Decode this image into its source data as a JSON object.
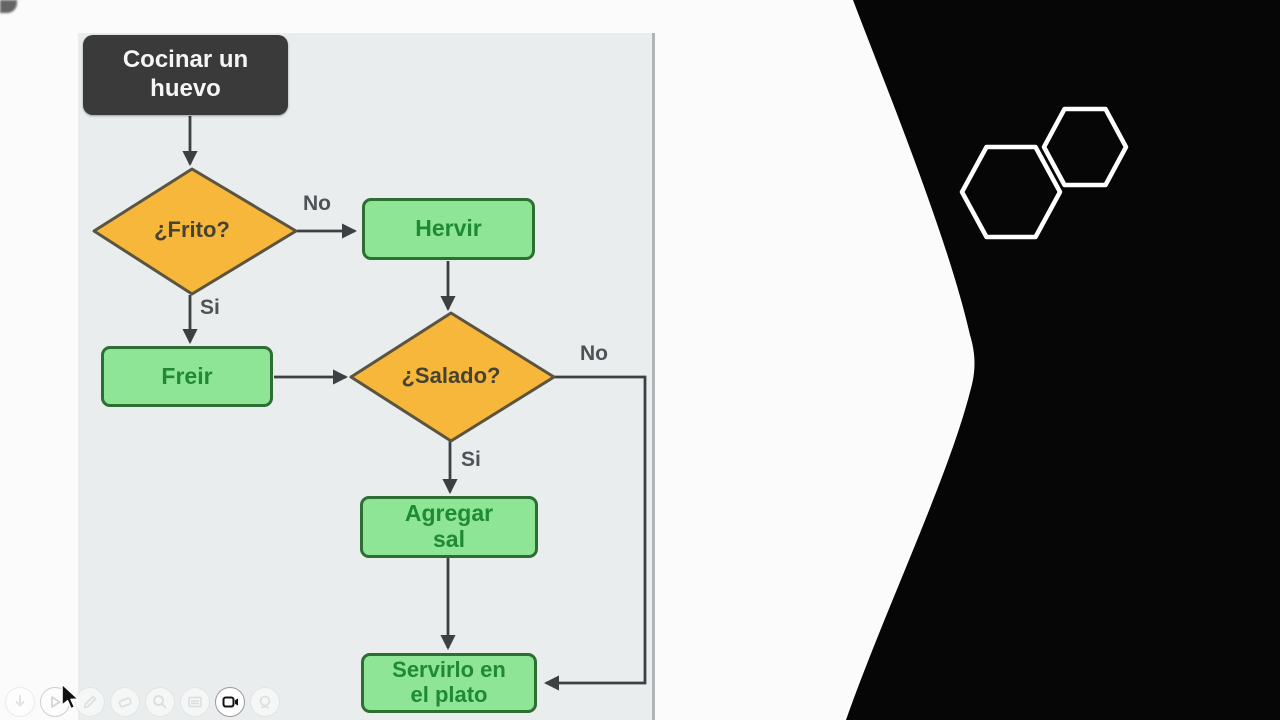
{
  "page": {
    "background": "#fbfbfb"
  },
  "diagram": {
    "title": "Cocinar un huevo",
    "nodes": {
      "frito": "¿Frito?",
      "hervir": "Hervir",
      "freir": "Freir",
      "salado": "¿Salado?",
      "agregar_sal": "Agregar sal",
      "servirlo": "Servirlo en el plato"
    },
    "edge_labels": {
      "frito_no": "No",
      "frito_si": "Si",
      "salado_no": "No",
      "salado_si": "Si"
    },
    "colors": {
      "page_bg": "#fbfbfb",
      "panel_bg": "#e9edee",
      "title_bg": "#3a3a3a",
      "title_text": "#f5f5f5",
      "process_fill": "#8ee595",
      "process_border": "#2d6e33",
      "process_text": "#1f8a33",
      "decision_fill": "#f7b73a",
      "decision_border": "#5a5440",
      "decision_text": "#474334",
      "connector": "#3c4043",
      "overlay_black": "#060606",
      "hexagon_stroke": "#ffffff"
    }
  },
  "toolbar": {
    "icons": [
      "download-icon",
      "play-icon",
      "pencil-icon",
      "eraser-icon",
      "zoom-icon",
      "notes-icon",
      "video-camera-icon",
      "webcam-icon"
    ],
    "active_icon": "video-camera-icon"
  },
  "cursor": {
    "type": "arrow-pointer"
  }
}
